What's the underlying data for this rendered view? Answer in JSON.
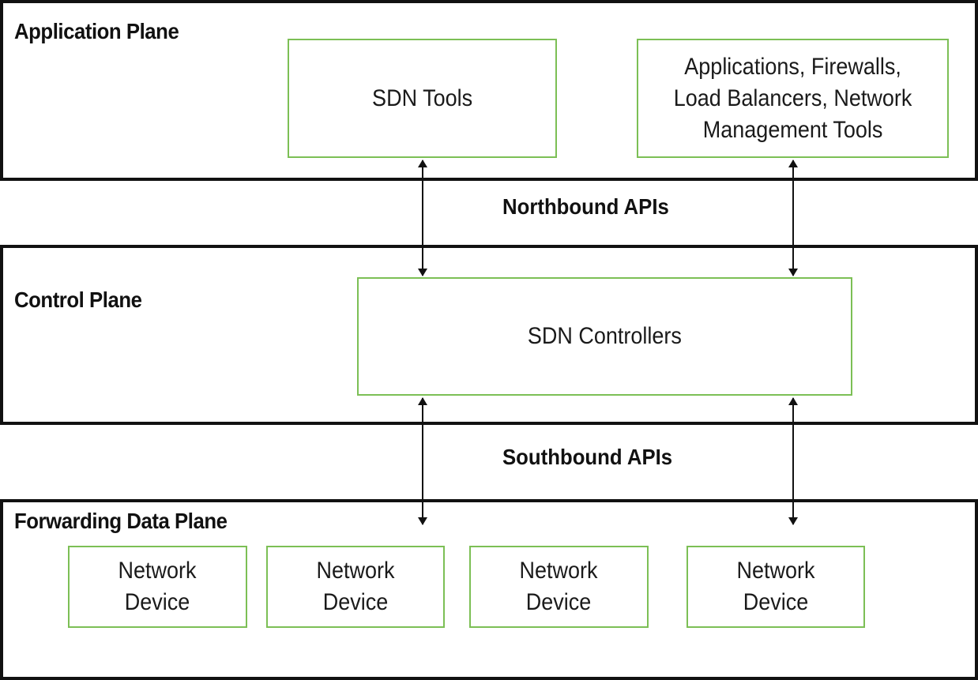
{
  "planes": {
    "application": {
      "title": "Application Plane",
      "nodes": {
        "sdn_tools": "SDN Tools",
        "apps": "Applications, Firewalls,\nLoad Balancers, Network\nManagement Tools"
      }
    },
    "control": {
      "title": "Control Plane",
      "nodes": {
        "controllers": "SDN Controllers"
      }
    },
    "forwarding": {
      "title": "Forwarding Data Plane",
      "devices": [
        "Network\nDevice",
        "Network\nDevice",
        "Network\nDevice",
        "Network\nDevice"
      ]
    }
  },
  "apis": {
    "northbound": "Northbound APIs",
    "southbound": "Southbound APIs"
  },
  "colors": {
    "plane_border": "#111111",
    "node_border": "#7cbf55",
    "arrow": "#111111"
  }
}
